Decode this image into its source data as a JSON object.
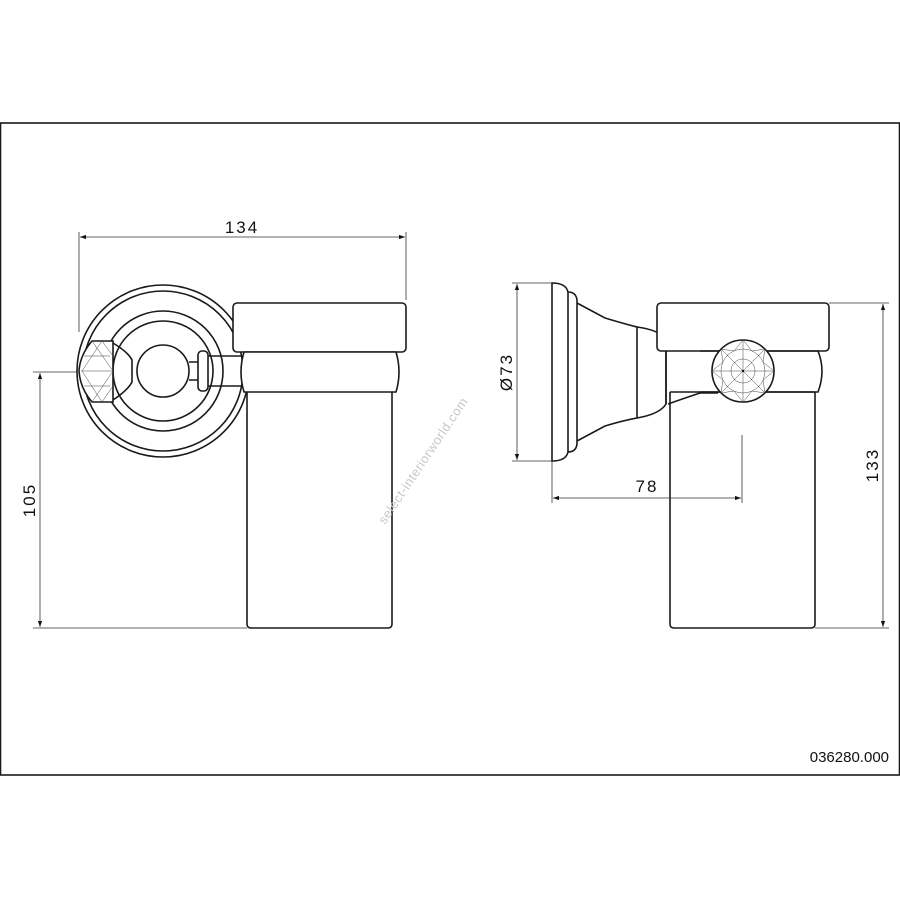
{
  "drawing": {
    "front_view": {
      "width_dimension": "134",
      "height_dimension": "105"
    },
    "side_view": {
      "diameter_dimension": "Ø73",
      "depth_dimension": "78",
      "height_dimension": "133"
    },
    "product_code": "036280.000",
    "watermark": "select-interiorworld.com"
  },
  "colors": {
    "line": "#1a1a1a",
    "background": "#ffffff",
    "watermark": "#c8c8c8"
  }
}
